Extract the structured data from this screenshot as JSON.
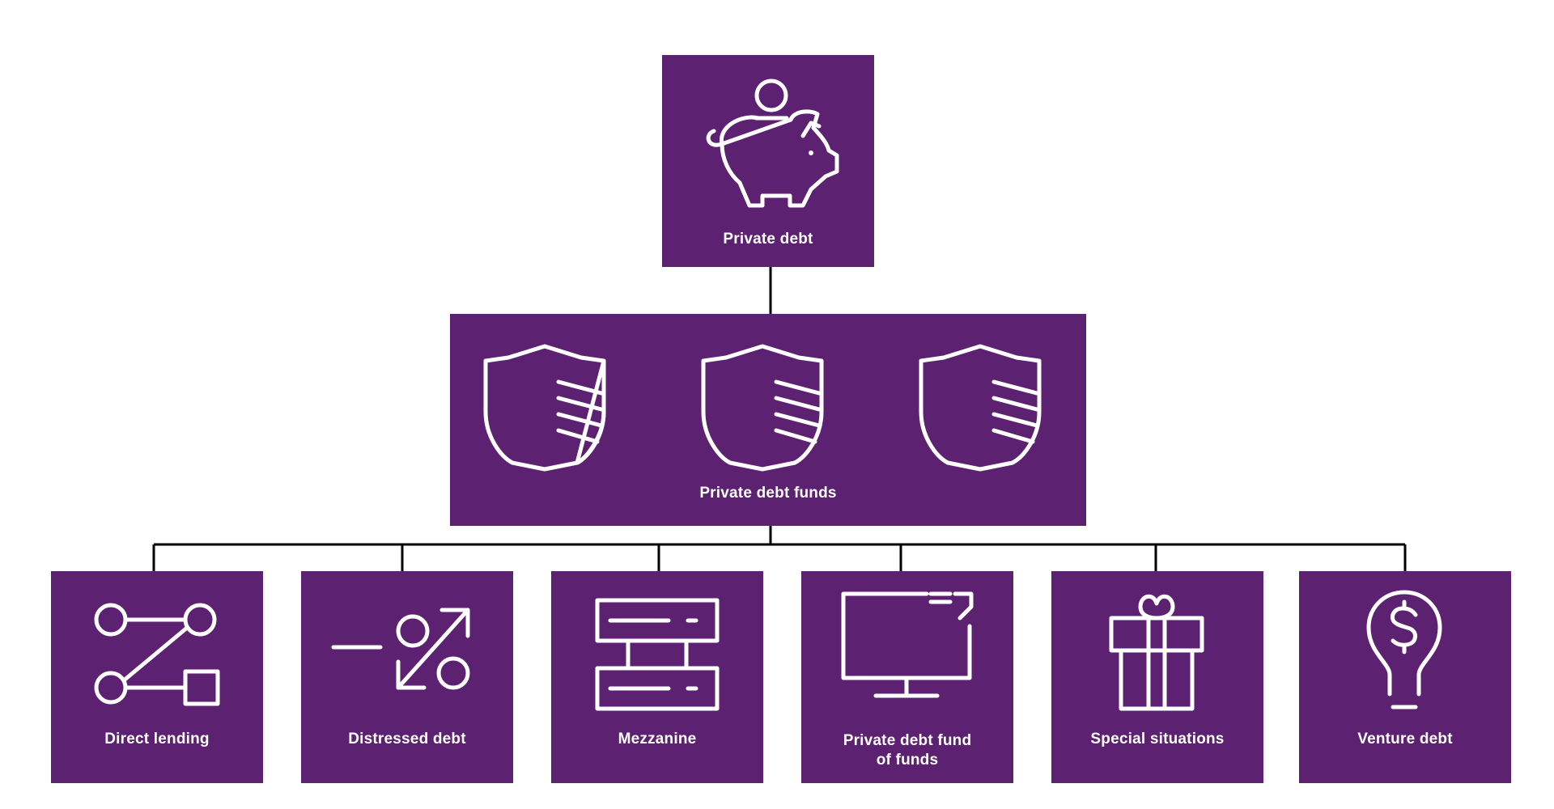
{
  "colors": {
    "box": "#5c2170",
    "icon": "#ffffff",
    "connector": "#000000",
    "background": "#ffffff"
  },
  "root": {
    "label": "Private debt",
    "icon": "piggy-bank-icon"
  },
  "middle": {
    "label": "Private debt funds",
    "icons": [
      "shield-icon",
      "shield-icon",
      "shield-icon"
    ]
  },
  "leaves": [
    {
      "label": "Direct lending",
      "icon": "nodes-path-icon"
    },
    {
      "label": "Distressed debt",
      "icon": "percent-arrow-icon"
    },
    {
      "label": "Mezzanine",
      "icon": "server-stack-icon"
    },
    {
      "label": "Private debt fund\nof funds",
      "icon": "monitor-icon"
    },
    {
      "label": "Special situations",
      "icon": "gift-icon"
    },
    {
      "label": "Venture debt",
      "icon": "lightbulb-dollar-icon"
    }
  ]
}
